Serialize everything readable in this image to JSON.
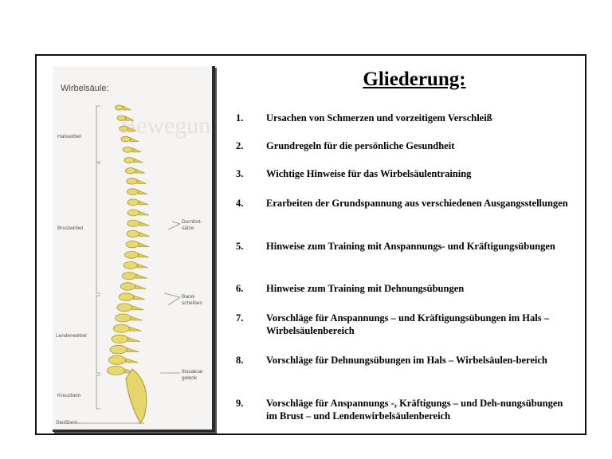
{
  "figure": {
    "title": "Wirbelsäule:",
    "watermark": "Bewegungsapparat",
    "labels": {
      "halswirbel": "Halswirbel",
      "brustwirbel": "Brustwirbel",
      "lendenwirbel": "Lendenwirbel",
      "kreuzbein": "Kreuzbein",
      "steissbein": "Steißbein",
      "dornfortsaetze_1": "Dornfort-",
      "dornfortsaetze_2": "sätze",
      "bandscheiben_1": "Band-",
      "bandscheiben_2": "scheiben",
      "iliosakral_1": "Iliosakral-",
      "iliosakral_2": "gelenk"
    }
  },
  "title": "Gliederung:",
  "items": [
    {
      "num": "1.",
      "text": "Ursachen von Schmerzen und vorzeitigem Verschleiß"
    },
    {
      "num": "2.",
      "text": "Grundregeln für die persönliche Gesundheit"
    },
    {
      "num": "3.",
      "text": "Wichtige Hinweise für das Wirbelsäulentraining"
    },
    {
      "num": "4.",
      "text": "Erarbeiten der Grundspannung aus verschiedenen Ausgangsstellungen"
    },
    {
      "num": "5.",
      "text": "Hinweise zum Training mit Anspannungs- und Kräftigungsübungen"
    },
    {
      "num": "6.",
      "text": "Hinweise zum Training mit Dehnungsübungen"
    },
    {
      "num": "7.",
      "text": "Vorschläge für Anspannungs – und Kräftigungsübungen im Hals – Wirbelsäulenbereich"
    },
    {
      "num": "8.",
      "text": "Vorschläge für Dehnungsübungen im Hals – Wirbelsäulen-bereich"
    },
    {
      "num": "9.",
      "text": "Vorschläge für Anspannungs -, Kräftigungs – und Deh-nungsübungen im Brust – und Lendenwirbelsäulenbereich"
    }
  ]
}
